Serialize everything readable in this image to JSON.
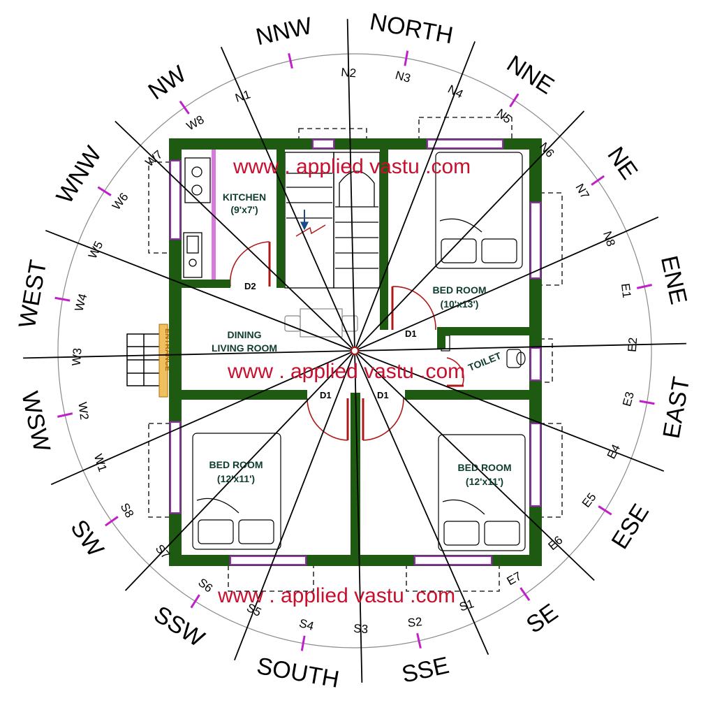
{
  "colors": {
    "wall": "#1e5a12",
    "window": "#a020c0",
    "marker": "#c020c8",
    "watermark": "#c8102e",
    "door": "#b01818",
    "room_text": "#0e3d2c",
    "line": "#000000"
  },
  "compass": {
    "directions": [
      {
        "label": "NNW",
        "name": "dir-nnw"
      },
      {
        "label": "NORTH",
        "name": "dir-north"
      },
      {
        "label": "NNE",
        "name": "dir-nne"
      },
      {
        "label": "NE",
        "name": "dir-ne"
      },
      {
        "label": "ENE",
        "name": "dir-ene"
      },
      {
        "label": "EAST",
        "name": "dir-east"
      },
      {
        "label": "ESE",
        "name": "dir-ese"
      },
      {
        "label": "SE",
        "name": "dir-se"
      },
      {
        "label": "SSE",
        "name": "dir-sse"
      },
      {
        "label": "SOUTH",
        "name": "dir-south"
      },
      {
        "label": "SSW",
        "name": "dir-ssw"
      },
      {
        "label": "SW",
        "name": "dir-sw"
      },
      {
        "label": "WSW",
        "name": "dir-wsw"
      },
      {
        "label": "WEST",
        "name": "dir-west"
      },
      {
        "label": "WNW",
        "name": "dir-wnw"
      },
      {
        "label": "NW",
        "name": "dir-nw"
      }
    ],
    "padas": [
      "N2",
      "N3",
      "N4",
      "N5",
      "N6",
      "N7",
      "N8",
      "E1",
      "E2",
      "E3",
      "E4",
      "E5",
      "E6",
      "E7",
      "S1",
      "S2",
      "S3",
      "S4",
      "S5",
      "S6",
      "S7",
      "S8",
      "W1",
      "W2",
      "W3",
      "W4",
      "W5",
      "W6",
      "W7",
      "W8",
      "N1"
    ]
  },
  "rooms": {
    "kitchen": {
      "name": "KITCHEN",
      "size": "(9'x7')"
    },
    "dining": {
      "line1": "DINING",
      "line2": "LIVING ROOM"
    },
    "bed_ne": {
      "name": "BED ROOM",
      "size": "(10'x13')"
    },
    "bed_sw": {
      "name": "BED ROOM",
      "size": "(12'x11')"
    },
    "bed_se": {
      "name": "BED ROOM",
      "size": "(12'x11')"
    },
    "toilet": {
      "name": "TOILET"
    }
  },
  "doors": {
    "d2": "D2",
    "d1_ne": "D1",
    "d1_sw": "D1",
    "d1_se": "D1"
  },
  "entrance": "ENTRANCE",
  "watermark": "www . applied vastu .com"
}
